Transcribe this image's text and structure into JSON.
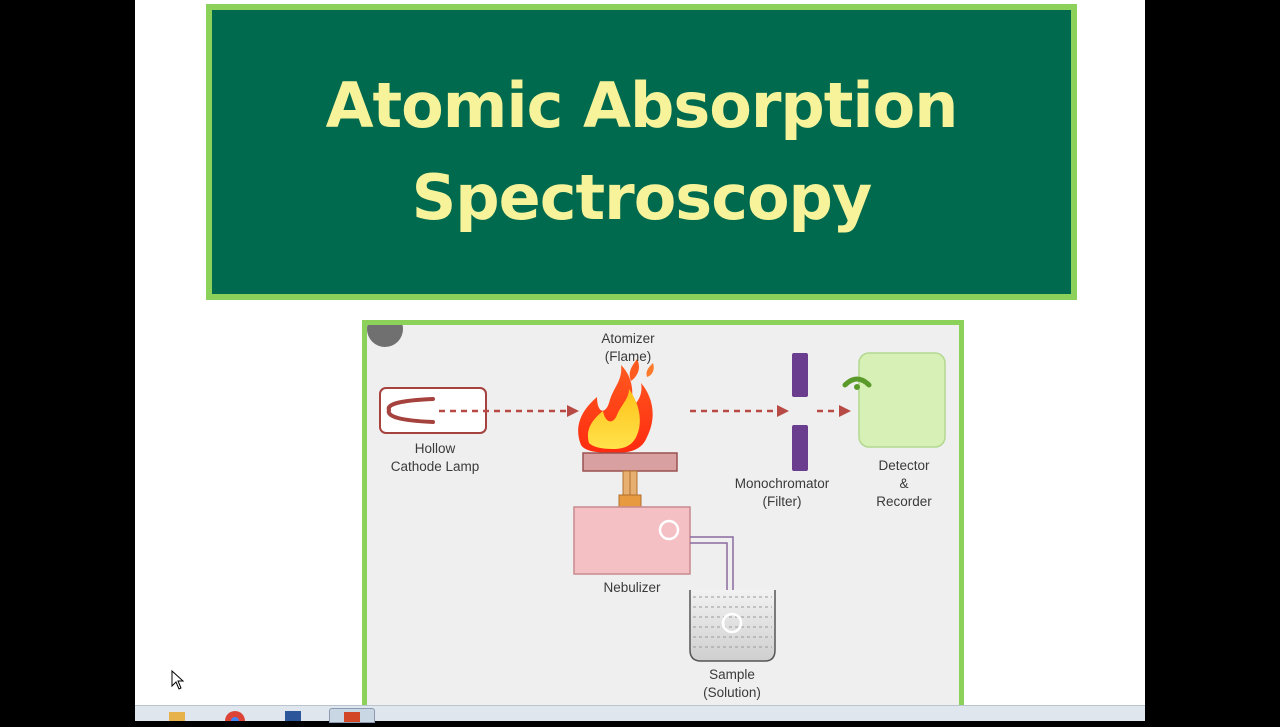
{
  "title": {
    "line1": "Atomic Absorption",
    "line2": "Spectroscopy"
  },
  "diagram": {
    "atomizer": {
      "line1": "Atomizer",
      "line2": "(Flame)"
    },
    "lamp": {
      "line1": "Hollow",
      "line2": "Cathode Lamp"
    },
    "monochromator": {
      "line1": "Monochromator",
      "line2": "(Filter)"
    },
    "detector": {
      "line1": "Detector",
      "line2": "&",
      "line3": "Recorder"
    },
    "nebulizer": {
      "line1": "Nebulizer"
    },
    "sample": {
      "line1": "Sample",
      "line2": "(Solution)"
    }
  },
  "colors": {
    "title_bg": "#006a4e",
    "title_border": "#8cd15a",
    "title_text": "#f7f39a",
    "beam": "#b84a45",
    "monochromator": "#6a3d8f",
    "detector": "#d7f0b5"
  },
  "taskbar": {
    "apps": [
      "explorer-icon",
      "chrome-icon",
      "word-icon",
      "powerpoint-icon"
    ]
  }
}
